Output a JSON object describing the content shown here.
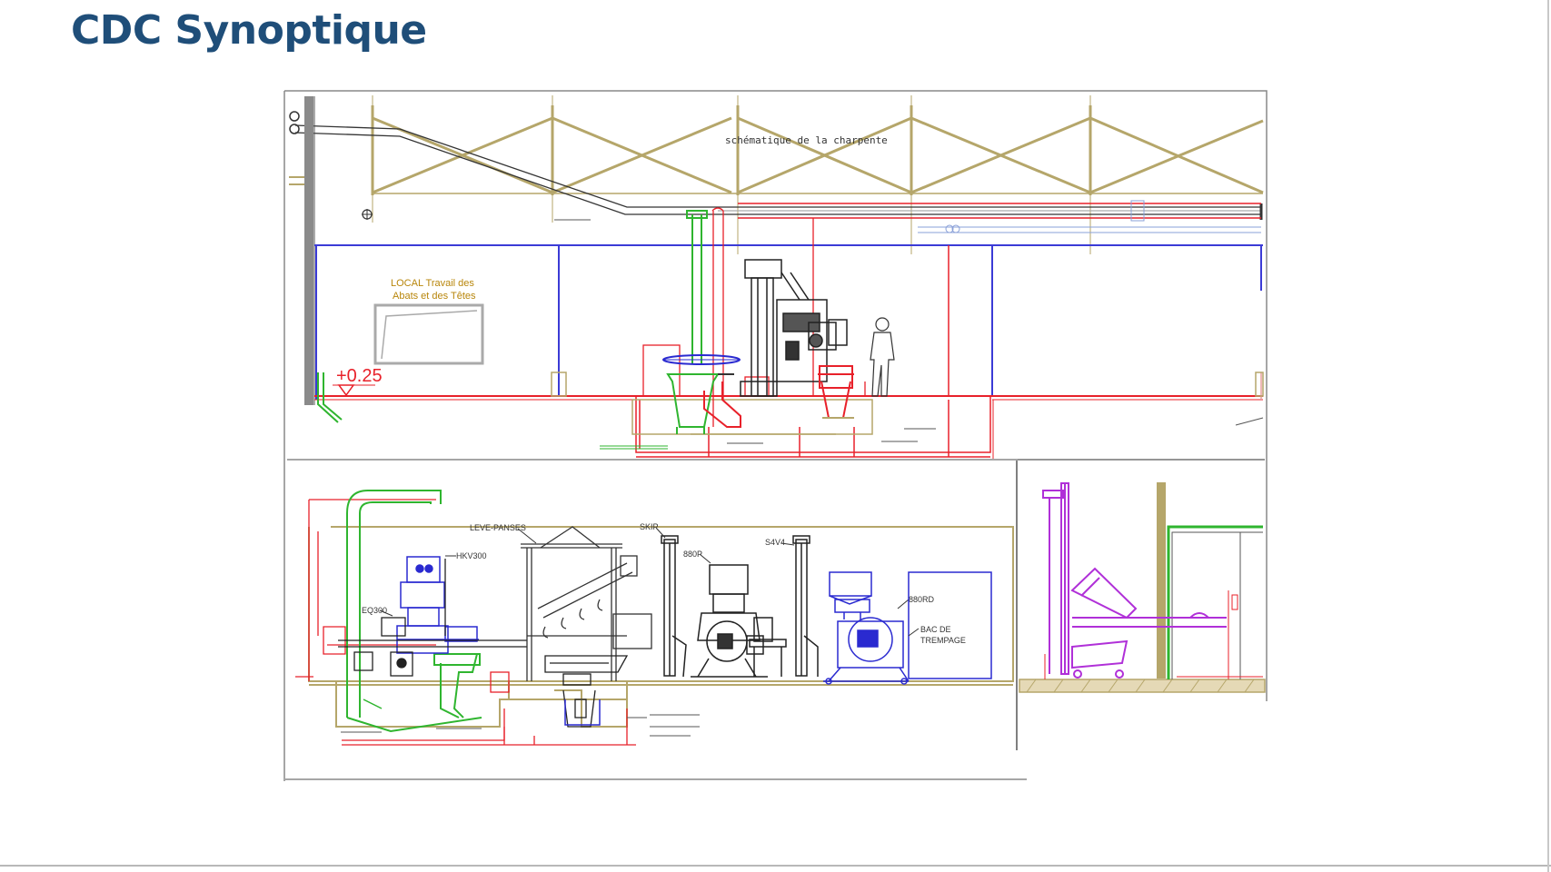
{
  "slide": {
    "title": "CDC Synoptique"
  },
  "top_panel": {
    "roof_note": "schématique de la charpente",
    "room_label_line1": "LOCAL Travail des",
    "room_label_line2": "Abats et des Têtes",
    "level_mark": "+0.25"
  },
  "bottom_left_panel": {
    "labels": {
      "leve_panses": "LEVE-PANSES",
      "hkv300": "HKV300",
      "eq300": "EQ300",
      "skip": "SKIP",
      "m880p": "880P",
      "s4v4": "S4V4",
      "m880rd": "880RD",
      "bac_line1": "BAC DE",
      "bac_line2": "TREMPAGE"
    }
  },
  "colors": {
    "title": "#1f4e79",
    "truss": "#b5a66a",
    "wall_blue": "#3b3bd6",
    "red_line": "#e8212a",
    "green_pipe": "#2fb52f",
    "machine_black": "#222222",
    "magenta": "#b030d8",
    "blue_machine": "#2a2ad0",
    "room_label": "#b8860b"
  }
}
